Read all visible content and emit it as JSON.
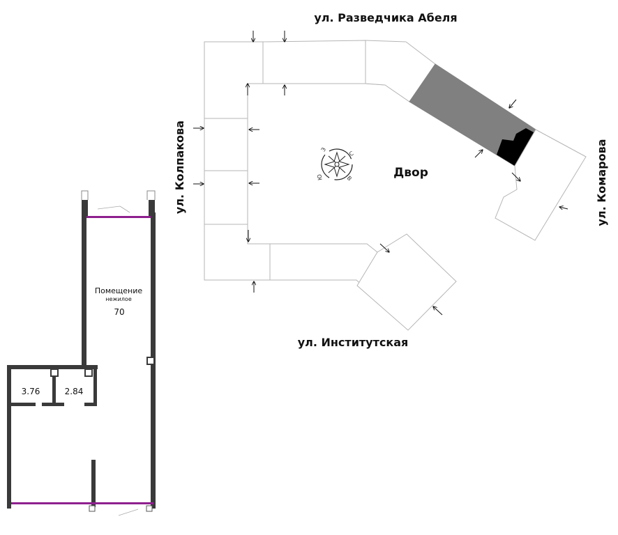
{
  "streets": {
    "north": "ул. Разведчика Абеля",
    "west": "ул. Колпакова",
    "east": "ул. Комарова",
    "south": "ул. Институтская"
  },
  "yard_label": "Двор",
  "compass": {
    "north": "С",
    "east": "В",
    "south": "Ю",
    "west": "З"
  },
  "plan": {
    "main_room": {
      "name": "Помещение",
      "type": "нежилое",
      "area": "70"
    },
    "small_rooms": [
      {
        "area": "3.76"
      },
      {
        "area": "2.84"
      }
    ]
  },
  "colors": {
    "wall": "#3a3a3a",
    "glazing": "#8e1f8e",
    "highlight_section": "#808080",
    "highlight_unit": "#000000",
    "building_outline": "#b5b5b5"
  }
}
